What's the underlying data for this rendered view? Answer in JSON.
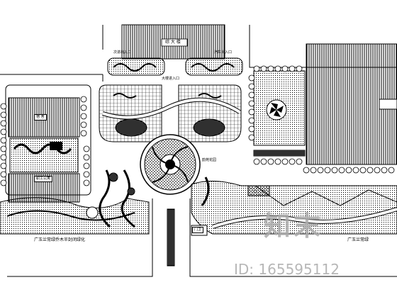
{
  "labels": {
    "main_building": "综 大 楼",
    "second_entrance": "次进出入口",
    "auto_entrance": "汽车出入口",
    "main_entrance": "大楼进入口",
    "dorm_building": "宿 舍",
    "worker_apartment": "职工公寓",
    "garden_label": "韵苑花园",
    "gate_guard": "门卫",
    "left_caption": "广玉兰常绿乔木半封闭绿化",
    "right_caption": "广玉兰常绿"
  },
  "watermark": {
    "logo_text": "知末",
    "id_text": "ID: 165595112",
    "color": "#aaaaaa"
  },
  "colors": {
    "ink": "#000000",
    "paper": "#ffffff"
  }
}
